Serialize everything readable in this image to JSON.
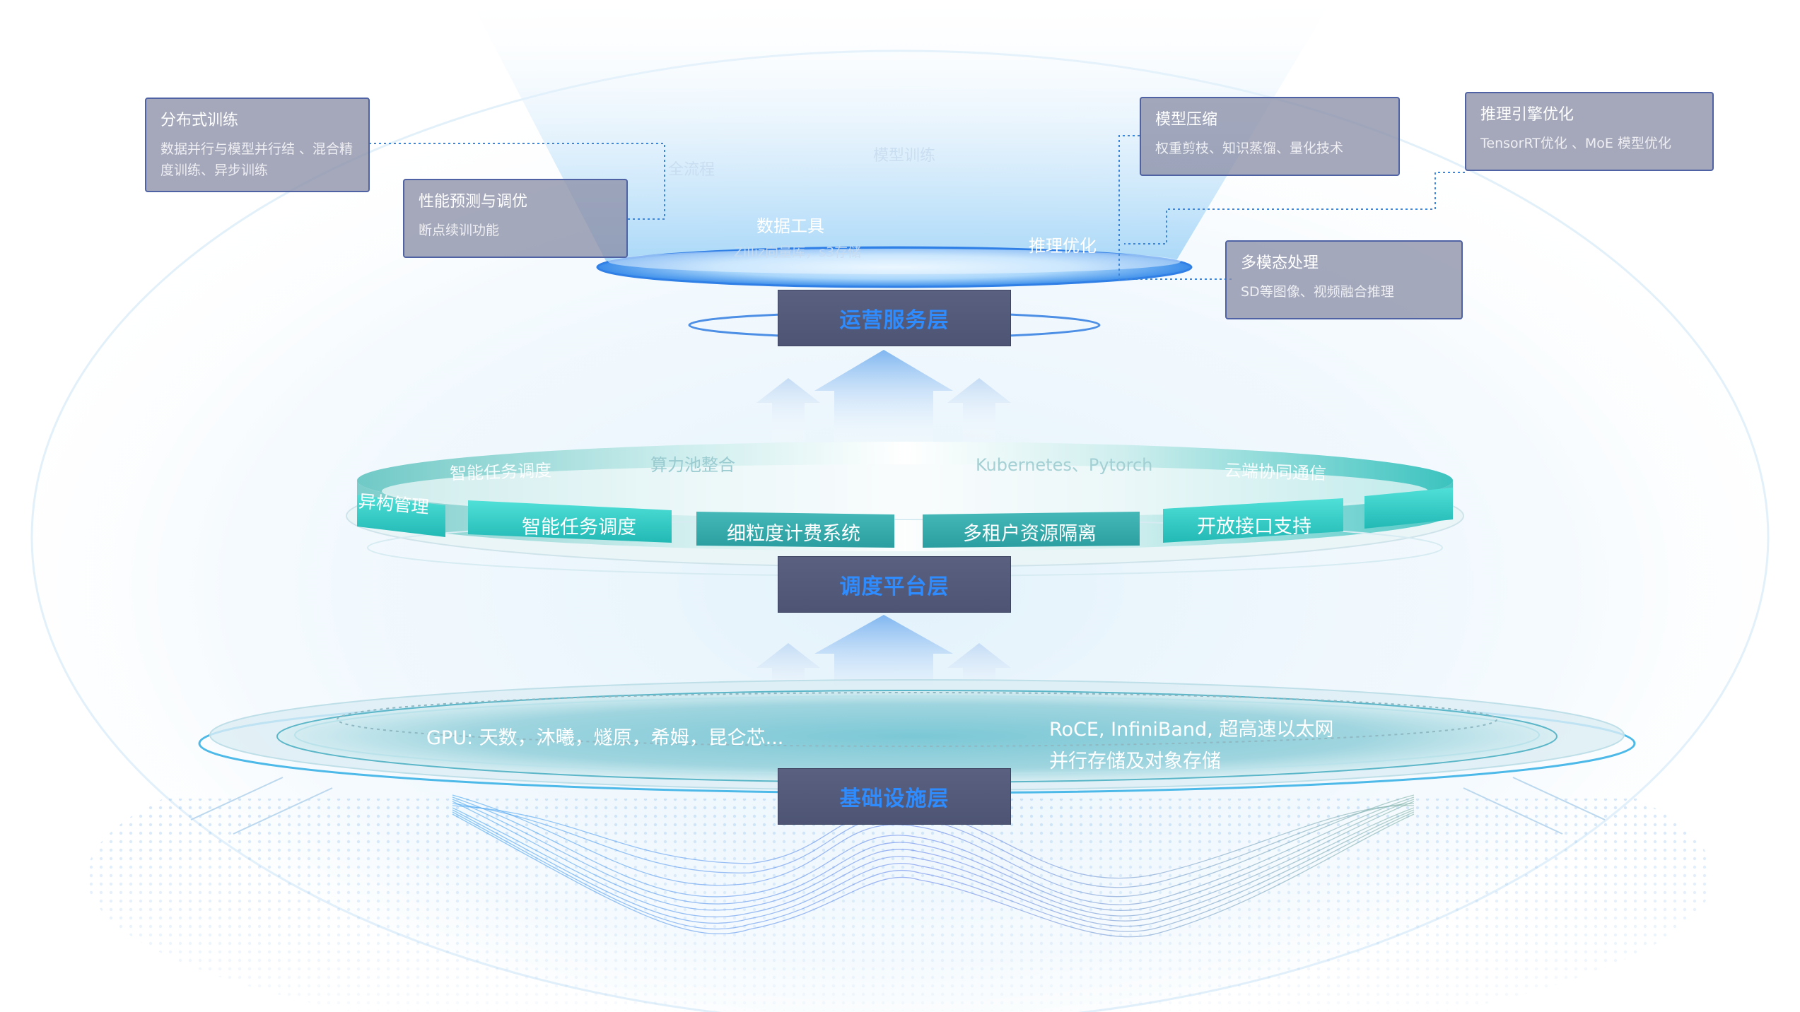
{
  "operations_layer": {
    "label": "运营服务层",
    "floating_texts": [
      "全流程",
      "模型训练"
    ],
    "data_tools": {
      "title": "数据工具",
      "desc": "Zilliz向量库，s3存储"
    },
    "inference_tag": "推理优化"
  },
  "scheduling_layer": {
    "label": "调度平台层",
    "ring_texts": [
      "智能任务调度",
      "算力池整合",
      "Kubernetes、Pytorch",
      "云端协同通信"
    ],
    "side_text": "异构管理",
    "tiles": [
      "智能任务调度",
      "细粒度计费系统",
      "多租户资源隔离",
      "开放接口支持"
    ]
  },
  "infrastructure_layer": {
    "label": "基础设施层",
    "gpu_text": "GPU: 天数，沐曦，燧原，希姆，昆仑芯...",
    "network_text": "RoCE, InfiniBand, 超高速以太网",
    "storage_text": "并行存储及对象存储"
  },
  "callouts": [
    {
      "title": "分布式训练",
      "desc": "数据并行与模型并行结 、混合精度训练、异步训练"
    },
    {
      "title": "性能预测与调优",
      "desc": "断点续训功能"
    },
    {
      "title": "模型压缩",
      "desc": "权重剪枝、知识蒸馏、量化技术"
    },
    {
      "title": "推理引擎优化",
      "desc": "TensorRT优化 、MoE 模型优化"
    },
    {
      "title": "多模态处理",
      "desc": "SD等图像、视频融合推理"
    }
  ],
  "colors": {
    "label_text": "#2f8cff",
    "label_bg": "#555b7a",
    "teal": "#3cd6d0",
    "card_bg": "#8c90a8",
    "card_border": "#4f62a3"
  }
}
